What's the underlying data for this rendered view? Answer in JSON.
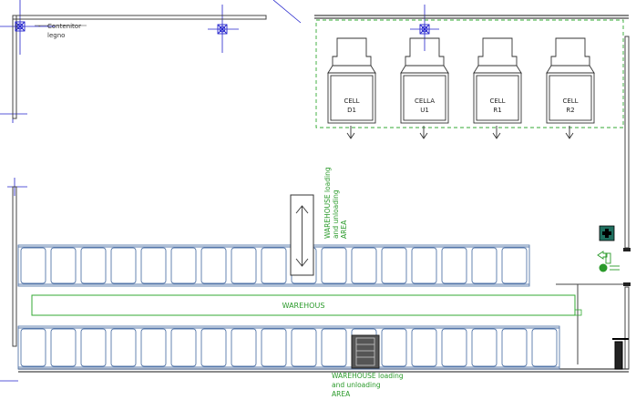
{
  "labels": {
    "container_line1": "Contenitor",
    "container_line2": "legno",
    "container_dash": "-",
    "warehouse": "WAREHOUS",
    "loading_top": [
      "WAREHOUSE loading",
      "and unloading",
      "AREA"
    ],
    "loading_bottom": [
      "WAREHOUSE loading",
      "and unloading",
      "AREA"
    ]
  },
  "cells": [
    {
      "line1": "CELL",
      "line2": "D1"
    },
    {
      "line1": "CELLA",
      "line2": "U1"
    },
    {
      "line1": "CELL",
      "line2": "R1"
    },
    {
      "line1": "CELL",
      "line2": "R2"
    }
  ],
  "icons": [
    "fire-alarm-icon",
    "first-aid-icon",
    "emergency-exit-icon",
    "directional-arrow-icon",
    "forklift-icon"
  ],
  "colors": {
    "wall": "#444444",
    "rack": "#5577aa",
    "green": "#2a9a2a",
    "axis": "#2222cc",
    "dashed": "#33aa33",
    "first_aid": "#1f6f5f"
  }
}
